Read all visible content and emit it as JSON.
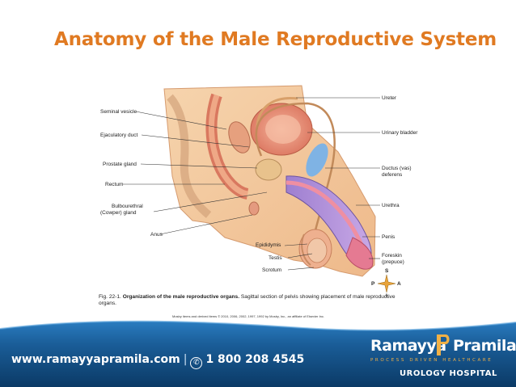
{
  "slide": {
    "title": "Anatomy of the Male Reproductive System"
  },
  "figure": {
    "labels_left": {
      "seminal_vesicle": "Seminal vesicle",
      "ejaculatory_duct": "Ejaculatory duct",
      "prostate_gland": "Prostate gland",
      "rectum": "Rectum",
      "bulbourethral_1": "Bulbourethral",
      "bulbourethral_2": "(Cowper) gland",
      "anus": "Anus"
    },
    "labels_right": {
      "ureter": "Ureter",
      "urinary_bladder": "Urinary bladder",
      "ductus_1": "Ductus (vas)",
      "ductus_2": "deferens",
      "urethra": "Urethra",
      "penis": "Penis",
      "foreskin_1": "Foreskin",
      "foreskin_2": "(prepuce)"
    },
    "labels_bottom": {
      "epididymis": "Epididymis",
      "testis": "Testis",
      "scrotum": "Scrotum"
    },
    "compass": {
      "s": "S",
      "p": "P",
      "a": "A",
      "i": "I"
    },
    "caption_prefix": "Fig. 22-1.",
    "caption_bold": "Organization of the male reproductive organs.",
    "caption_rest": "Sagittal section of pelvis showing placement of male reproductive organs.",
    "credit": "Mosby items and derived items © 2010, 2006, 2002, 1997, 1992 by Mosby, Inc., an affiliate of Elsevier Inc."
  },
  "footer": {
    "website": "www.ramayyapramila.com",
    "separator": "|",
    "phone_icon_glyph": "✆",
    "phone": "1 800 208 4545",
    "brand_part1": "Ramayya",
    "brand_part2": "Pramila",
    "tagline": "PROCESS DRIVEN HEALTHCARE",
    "subtitle": "UROLOGY HOSPITAL"
  },
  "colors": {
    "title": "#e07a22",
    "footer_dark": "#0b3f6e",
    "footer_mid": "#1d69a7",
    "tag_gold": "#f0b046",
    "tissue_skin": "#f3c79d",
    "tissue_organ": "#e9967a",
    "duct_purple": "#8a6fc0",
    "bladder_blue": "#7fb3e4"
  }
}
